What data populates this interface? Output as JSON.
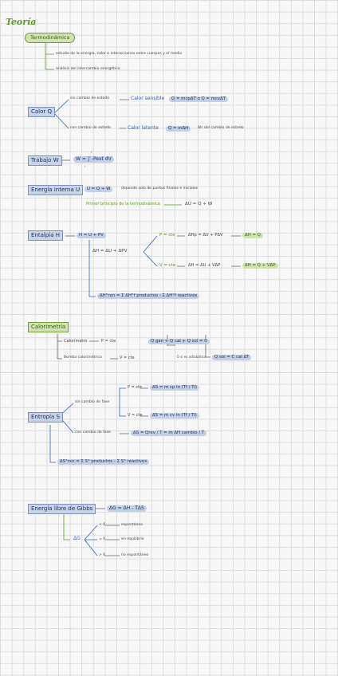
{
  "title": "Teoría",
  "termo": {
    "badge": "Termodinámica",
    "item1": "estudio de la energía, calor e interacciones entre cuerpos y el medio",
    "item2": "análisis del intercambio energético"
  },
  "calor": {
    "box": "Calor Q",
    "branch1": "sin cambio de estado",
    "label1": "Calor sensible",
    "formula1": "Q = mcpΔT   o   Q = mcvΔT",
    "branch2": "con cambio de estado",
    "label2": "Calor latente",
    "formula2": "Q = mΔH",
    "note2": "ΔH del cambio de estado"
  },
  "trabajo": {
    "box": "Trabajo W",
    "formula": "W = ∫ -Pext dV",
    "lim_top": "f",
    "lim_bot": "i"
  },
  "energia": {
    "box": "Energía interna U",
    "formula": "U = Q + W",
    "note": "depende solo de puntos finales e iniciales",
    "principle": "Primer principio de la termodinámica",
    "principle_formula": "ΔU = Q + W"
  },
  "entalpia": {
    "box": "Entalpía H",
    "def": "H = U + PV",
    "dh": "ΔH = ΔU + ΔPV",
    "p_label": "P = cte",
    "p_expr": "ΔHp = ΔU + PΔV",
    "p_result": "ΔH = Q",
    "v_label": "V = cte",
    "v_expr": "ΔH = ΔU + VΔP",
    "v_result": "ΔH = Q + VΔP",
    "reaction": "ΔH°rxn = Σ ΔH°f productos - Σ ΔH°f reactivos"
  },
  "calorimetria": {
    "badge": "Calorimetría",
    "item1": "Calorímetro",
    "item1_cond": "P = cte",
    "item2": "Bomba calorimétrica",
    "item2_cond": "V = cte",
    "balance": "Q gan + Q cal + Q sol = 0",
    "adiabatic": "0 si es adiabático",
    "qsol": "Q sol = C cal ΔT"
  },
  "entropia": {
    "box": "Entropía S",
    "branch1": "sin cambio de fase",
    "p_label": "P = cte",
    "p_formula": "ΔS = m cp ln (Tf / Ti)",
    "v_label": "V = cte",
    "v_formula": "ΔS = m cv ln (Tf / Ti)",
    "branch2": "con cambio de fase",
    "phase_formula": "ΔS = Qrev / T = m ΔH cambio / T",
    "reaction": "ΔS°rxn = Σ S° productos - Σ S° reactivos"
  },
  "gibbs": {
    "box": "Energía libre de Gibbs",
    "formula": "ΔG = ΔH - TΔS",
    "dg": "ΔG",
    "c1": "< 0",
    "r1": "espontáneo",
    "c2": "= 0",
    "r2": "en equilibrio",
    "c3": "> 0",
    "r3": "no espontáneo"
  }
}
